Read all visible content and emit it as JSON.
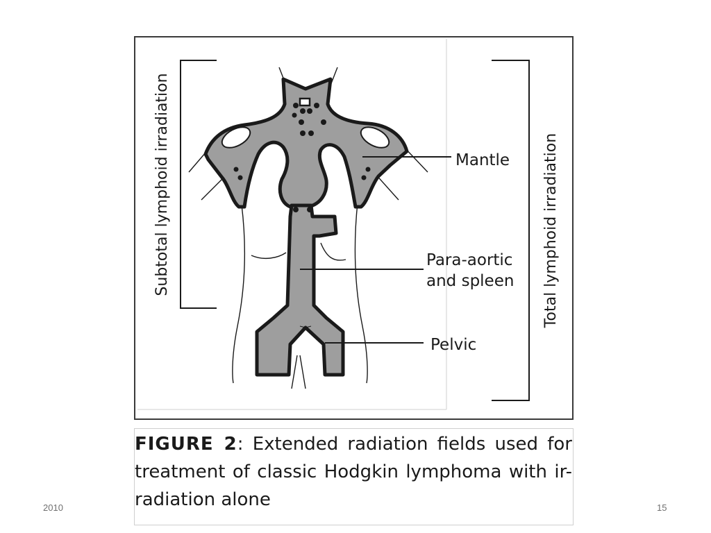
{
  "slide": {
    "footer_left": "2010",
    "footer_right": "15"
  },
  "figure": {
    "left_bracket_label": "Subtotal lymphoid irradiation",
    "right_bracket_label": "Total lymphoid irradiation",
    "labels": {
      "mantle": "Mantle",
      "para_aortic_line1": "Para-aortic",
      "para_aortic_line2": "and spleen",
      "pelvic": "Pelvic"
    }
  },
  "caption": {
    "figure_number": "FIGURE 2",
    "text": ": Extended radiation fields used for treatment of classic Hodgkin lymphoma with ir- radiation alone"
  },
  "colors": {
    "field_fill": "#9e9e9e",
    "outline": "#1a1a1a"
  }
}
